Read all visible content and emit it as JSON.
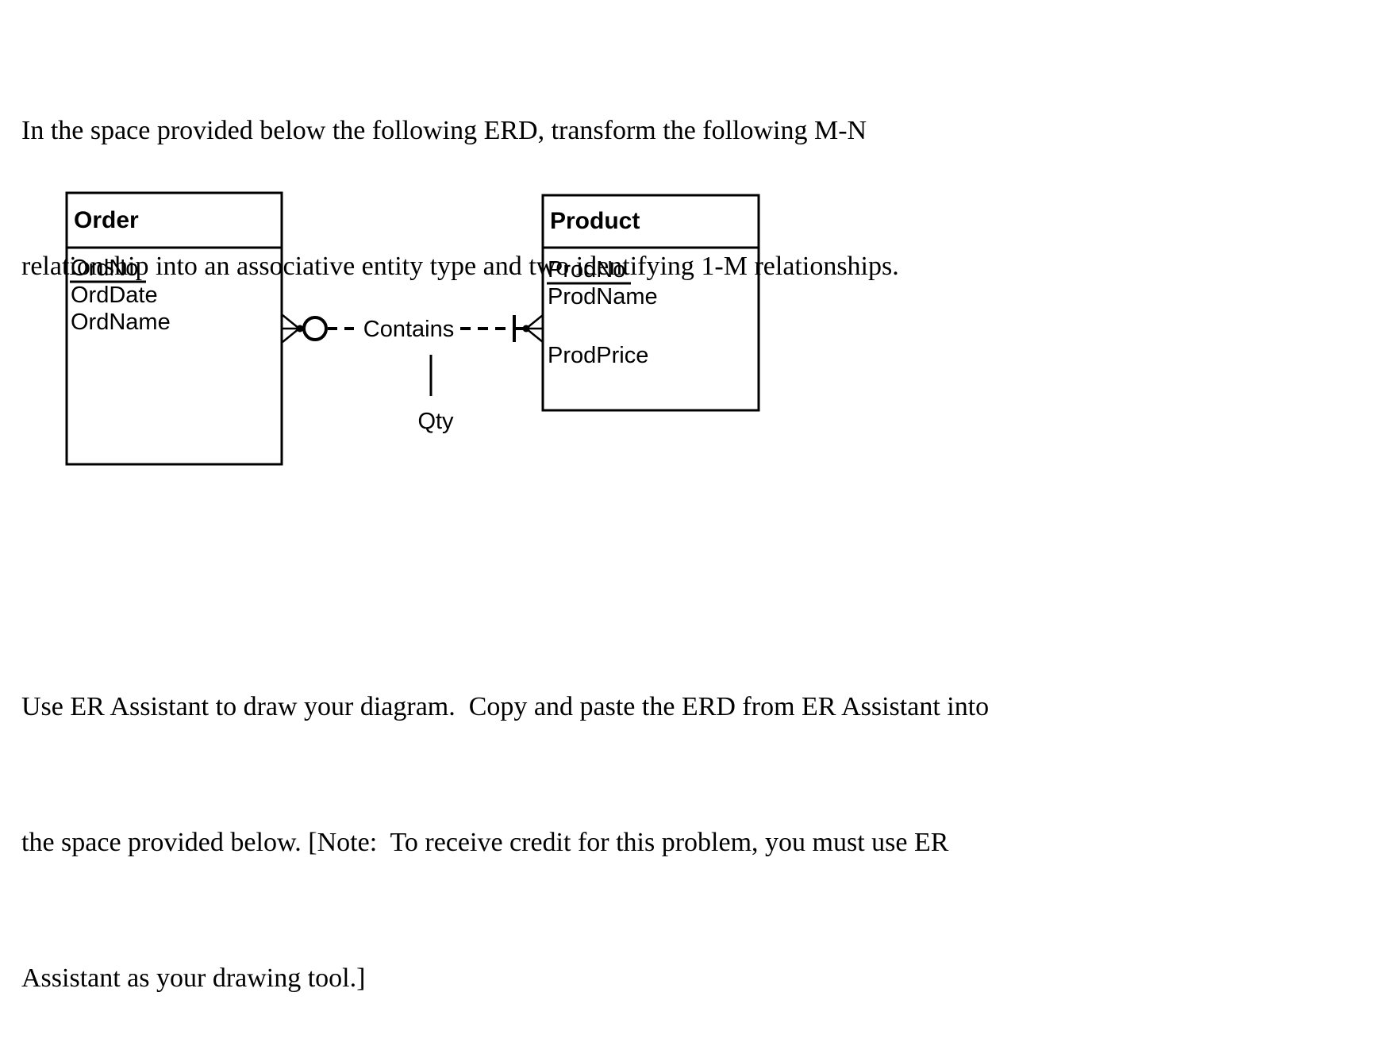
{
  "colors": {
    "background": "#ffffff",
    "ink": "#000000"
  },
  "instructions_top": {
    "lines": [
      "In the space provided below the following ERD, transform the following M-N",
      "relationship into an associative entity type and two identifying 1-M relationships."
    ]
  },
  "erd": {
    "order": {
      "title": "Order",
      "attributes": [
        "OrdNo",
        "OrdDate",
        "OrdName"
      ],
      "primary_key": "OrdNo"
    },
    "product": {
      "title": "Product",
      "attributes": [
        "ProdNo",
        "ProdName",
        "ProdPrice"
      ],
      "primary_key": "ProdNo"
    },
    "relationship": {
      "label": "Contains",
      "attribute_label": "Qty"
    },
    "notation_icons": {
      "order_side": [
        "crow-foot-icon",
        "connection-dot-icon",
        "optional-circle-icon"
      ],
      "product_side": [
        "mandatory-bar-icon",
        "connection-dot-icon",
        "crow-foot-icon"
      ]
    }
  },
  "instructions_bottom": {
    "lines": [
      "Use ER Assistant to draw your diagram.  Copy and paste the ERD from ER Assistant into",
      "the space provided below. [Note:  To receive credit for this problem, you must use ER",
      "Assistant as your drawing tool.]"
    ]
  }
}
